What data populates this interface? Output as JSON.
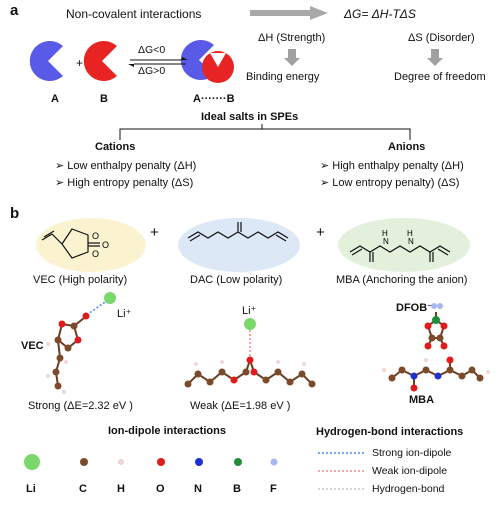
{
  "colors": {
    "carbon": "#7a4a2a",
    "oxygen": "#e01b1b",
    "hydrogen": "#f3d6d6",
    "nitrogen": "#1f2fd6",
    "lithium": "#7ad86a",
    "boron": "#1f8f3a",
    "fluorine": "#a8b8ee",
    "pac_a": "#5a5ae8",
    "pac_b": "#e82323",
    "vec_bg": "#fbf3cf",
    "dac_bg": "#dde8f7",
    "mba_bg": "#e2f0dc",
    "strong_line": "#4a8cf0",
    "weak_line": "#f08a8a",
    "hbond_line": "#c8c8c8"
  },
  "panel_a": {
    "label": "a",
    "noncovalent": "Non-covalent interactions",
    "gibbs": "ΔG= ΔH-TΔS",
    "dH_strength": "ΔH (Strength)",
    "dS_disorder": "ΔS (Disorder)",
    "binding_energy": "Binding energy",
    "degree_freedom": "Degree of freedom",
    "arrow_top": "ΔG<0",
    "arrow_bottom": "ΔG>0",
    "plus": "+",
    "label_a": "A",
    "label_b": "B",
    "label_ab": "A·······B",
    "ideal_salts": "Ideal salts in SPEs",
    "cations_title": "Cations",
    "anions_title": "Anions",
    "cations_items": [
      "➢ Low enthalpy penalty (ΔH)",
      "➢ High entropy penalty (ΔS)"
    ],
    "anions_items": [
      "➢ High enthalpy penalty (ΔH)",
      "➢ Low entropy penalty) (ΔS)"
    ]
  },
  "panel_b": {
    "label": "b",
    "plus": "+",
    "vec_label": "VEC (High polarity)",
    "dac_label": "DAC (Low polarity)",
    "mba_label": "MBA (Anchoring the anion)",
    "li_plus": "Li⁺",
    "vec_mol": "VEC",
    "dfob": "DFOB⁻",
    "mba_mol": "MBA",
    "strong": "Strong (ΔE=2.32 eV )",
    "weak": "Weak (ΔE=1.98 eV )",
    "ion_dipole_title": "Ion-dipole interactions",
    "hbond_title": "Hydrogen-bond interactions",
    "legend_lines": [
      "Strong ion-dipole",
      "Weak ion-dipole",
      "Hydrogen-bond"
    ],
    "atoms": [
      "Li",
      "C",
      "H",
      "O",
      "N",
      "B",
      "F"
    ]
  }
}
